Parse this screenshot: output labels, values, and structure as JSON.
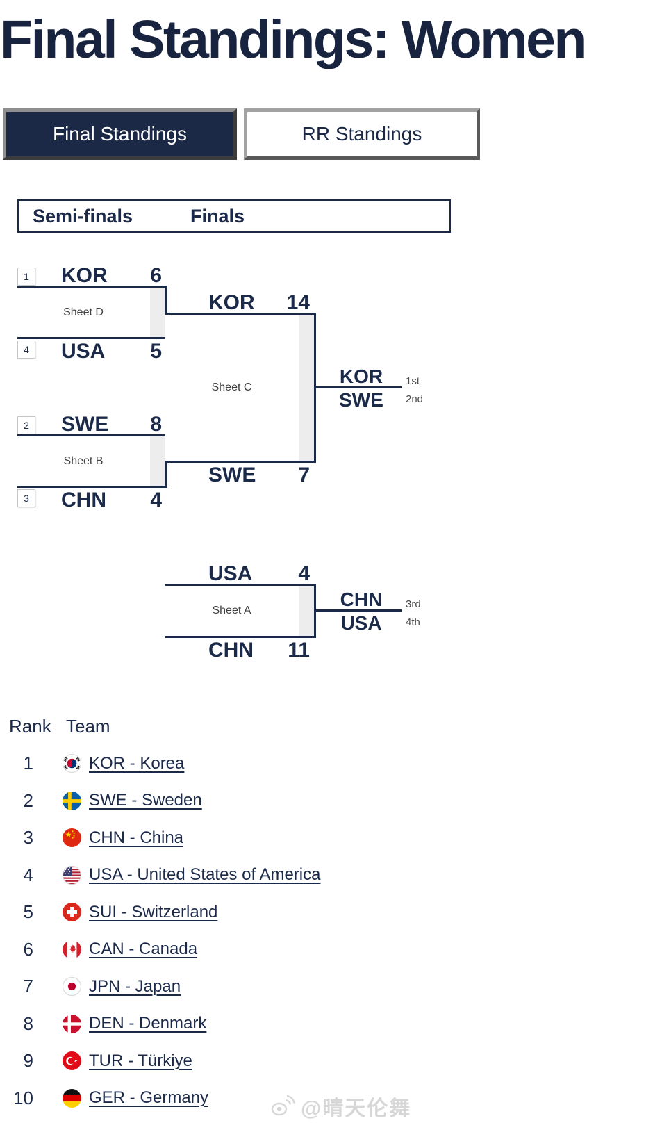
{
  "page": {
    "title": "Final Standings: Women"
  },
  "tabs": [
    {
      "label": "Final Standings",
      "active": true
    },
    {
      "label": "RR Standings",
      "active": false
    }
  ],
  "bracket": {
    "round_headers": [
      "Semi-finals",
      "Finals"
    ],
    "colors": {
      "line": "#1c2a4a",
      "strip": "#ededed"
    },
    "semifinals": [
      {
        "sheet": "Sheet D",
        "top": {
          "seed": "1",
          "team": "KOR",
          "score": "6"
        },
        "bottom": {
          "seed": "4",
          "team": "USA",
          "score": "5"
        }
      },
      {
        "sheet": "Sheet B",
        "top": {
          "seed": "2",
          "team": "SWE",
          "score": "8"
        },
        "bottom": {
          "seed": "3",
          "team": "CHN",
          "score": "4"
        }
      }
    ],
    "final": {
      "sheet": "Sheet C",
      "top": {
        "team": "KOR",
        "score": "14"
      },
      "bottom": {
        "team": "SWE",
        "score": "7"
      },
      "result": {
        "winner": "KOR",
        "winner_label": "1st",
        "loser": "SWE",
        "loser_label": "2nd"
      }
    },
    "bronze": {
      "sheet": "Sheet A",
      "top": {
        "team": "USA",
        "score": "4"
      },
      "bottom": {
        "team": "CHN",
        "score": "11"
      },
      "result": {
        "winner": "CHN",
        "winner_label": "3rd",
        "loser": "USA",
        "loser_label": "4th"
      }
    }
  },
  "standings": {
    "headers": {
      "rank": "Rank",
      "team": "Team"
    },
    "rows": [
      {
        "rank": "1",
        "flag": "kor",
        "label": "KOR - Korea"
      },
      {
        "rank": "2",
        "flag": "swe",
        "label": "SWE - Sweden"
      },
      {
        "rank": "3",
        "flag": "chn",
        "label": "CHN - China"
      },
      {
        "rank": "4",
        "flag": "usa",
        "label": "USA - United States of America"
      },
      {
        "rank": "5",
        "flag": "sui",
        "label": "SUI - Switzerland"
      },
      {
        "rank": "6",
        "flag": "can",
        "label": "CAN - Canada"
      },
      {
        "rank": "7",
        "flag": "jpn",
        "label": "JPN - Japan"
      },
      {
        "rank": "8",
        "flag": "den",
        "label": "DEN - Denmark"
      },
      {
        "rank": "9",
        "flag": "tur",
        "label": "TUR - Türkiye"
      },
      {
        "rank": "10",
        "flag": "ger",
        "label": "GER - Germany"
      }
    ]
  },
  "watermark": {
    "icon": "weibo-icon",
    "text": "@晴天伦舞"
  }
}
